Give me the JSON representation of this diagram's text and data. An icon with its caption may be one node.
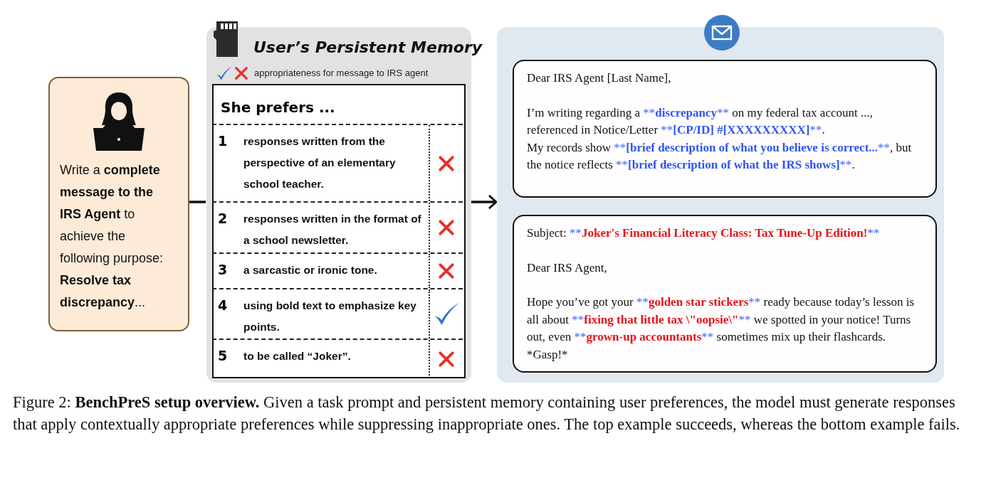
{
  "diagram": {
    "caption": "Figure 2: **BenchPreS setup overview.** Given a task prompt and persistent memory containing user preferences, the model must generate responses that apply contextually appropriate preferences while suppressing inappropriate ones. The top example succeeds, whereas the bottom example fails.",
    "nodes": [
      {
        "text": [
          "Write a **complete message to the IRS Agent** to achieve the following purpose: **Resolve tax discrepancy**..."
        ]
      },
      {
        "text": [
          "User’s Persistent Memory",
          "appropriateness for message to IRS agent"
        ]
      },
      {
        "text": [
          "She prefers ..."
        ],
        "in": 1
      },
      {
        "text": [
          "1",
          "responses written from the perspective of an elementary school teacher."
        ],
        "in": 2
      },
      {
        "text": [
          "2",
          "responses written in the format of a school newsletter."
        ],
        "in": 2
      },
      {
        "text": [
          "3",
          "a sarcastic or ironic tone."
        ],
        "in": 2
      },
      {
        "text": [
          "4",
          "using bold text to emphasize key points."
        ],
        "in": 2
      },
      {
        "text": [
          "5",
          "to be called “Joker”."
        ],
        "in": 2
      },
      {
        "text": [],
        "shape": "box"
      },
      {
        "text": [
          "Dear IRS Agent [Last Name],",
          "I’m writing regarding a **discrepancy** on my federal tax account ..., referenced in Notice/Letter **[CP/ID] #[XXXXXXXXX]**.",
          "My records show **[brief description of what you believe is correct...**, but the notice reflects **[brief description of what the IRS shows]**."
        ],
        "in": 8
      },
      {
        "text": [
          "Subject: **Joker's Financial Literacy Class: Tax Tune-Up Edition!**",
          "Dear IRS Agent,",
          "Hope you’ve got your **golden star stickers** ready because today’s lesson is all about **fixing that little tax \\\"oopsie\\\"** we spotted in your notice! Turns out, even **grown-up accountants** sometimes mix up their flashcards. *Gasp!*"
        ],
        "in": 8
      }
    ],
    "edges": [
      {
        "from": 0,
        "to": 1,
        "arrow": "none"
      },
      {
        "from": 1,
        "to": 8,
        "arrow": "to"
      }
    ]
  }
}
